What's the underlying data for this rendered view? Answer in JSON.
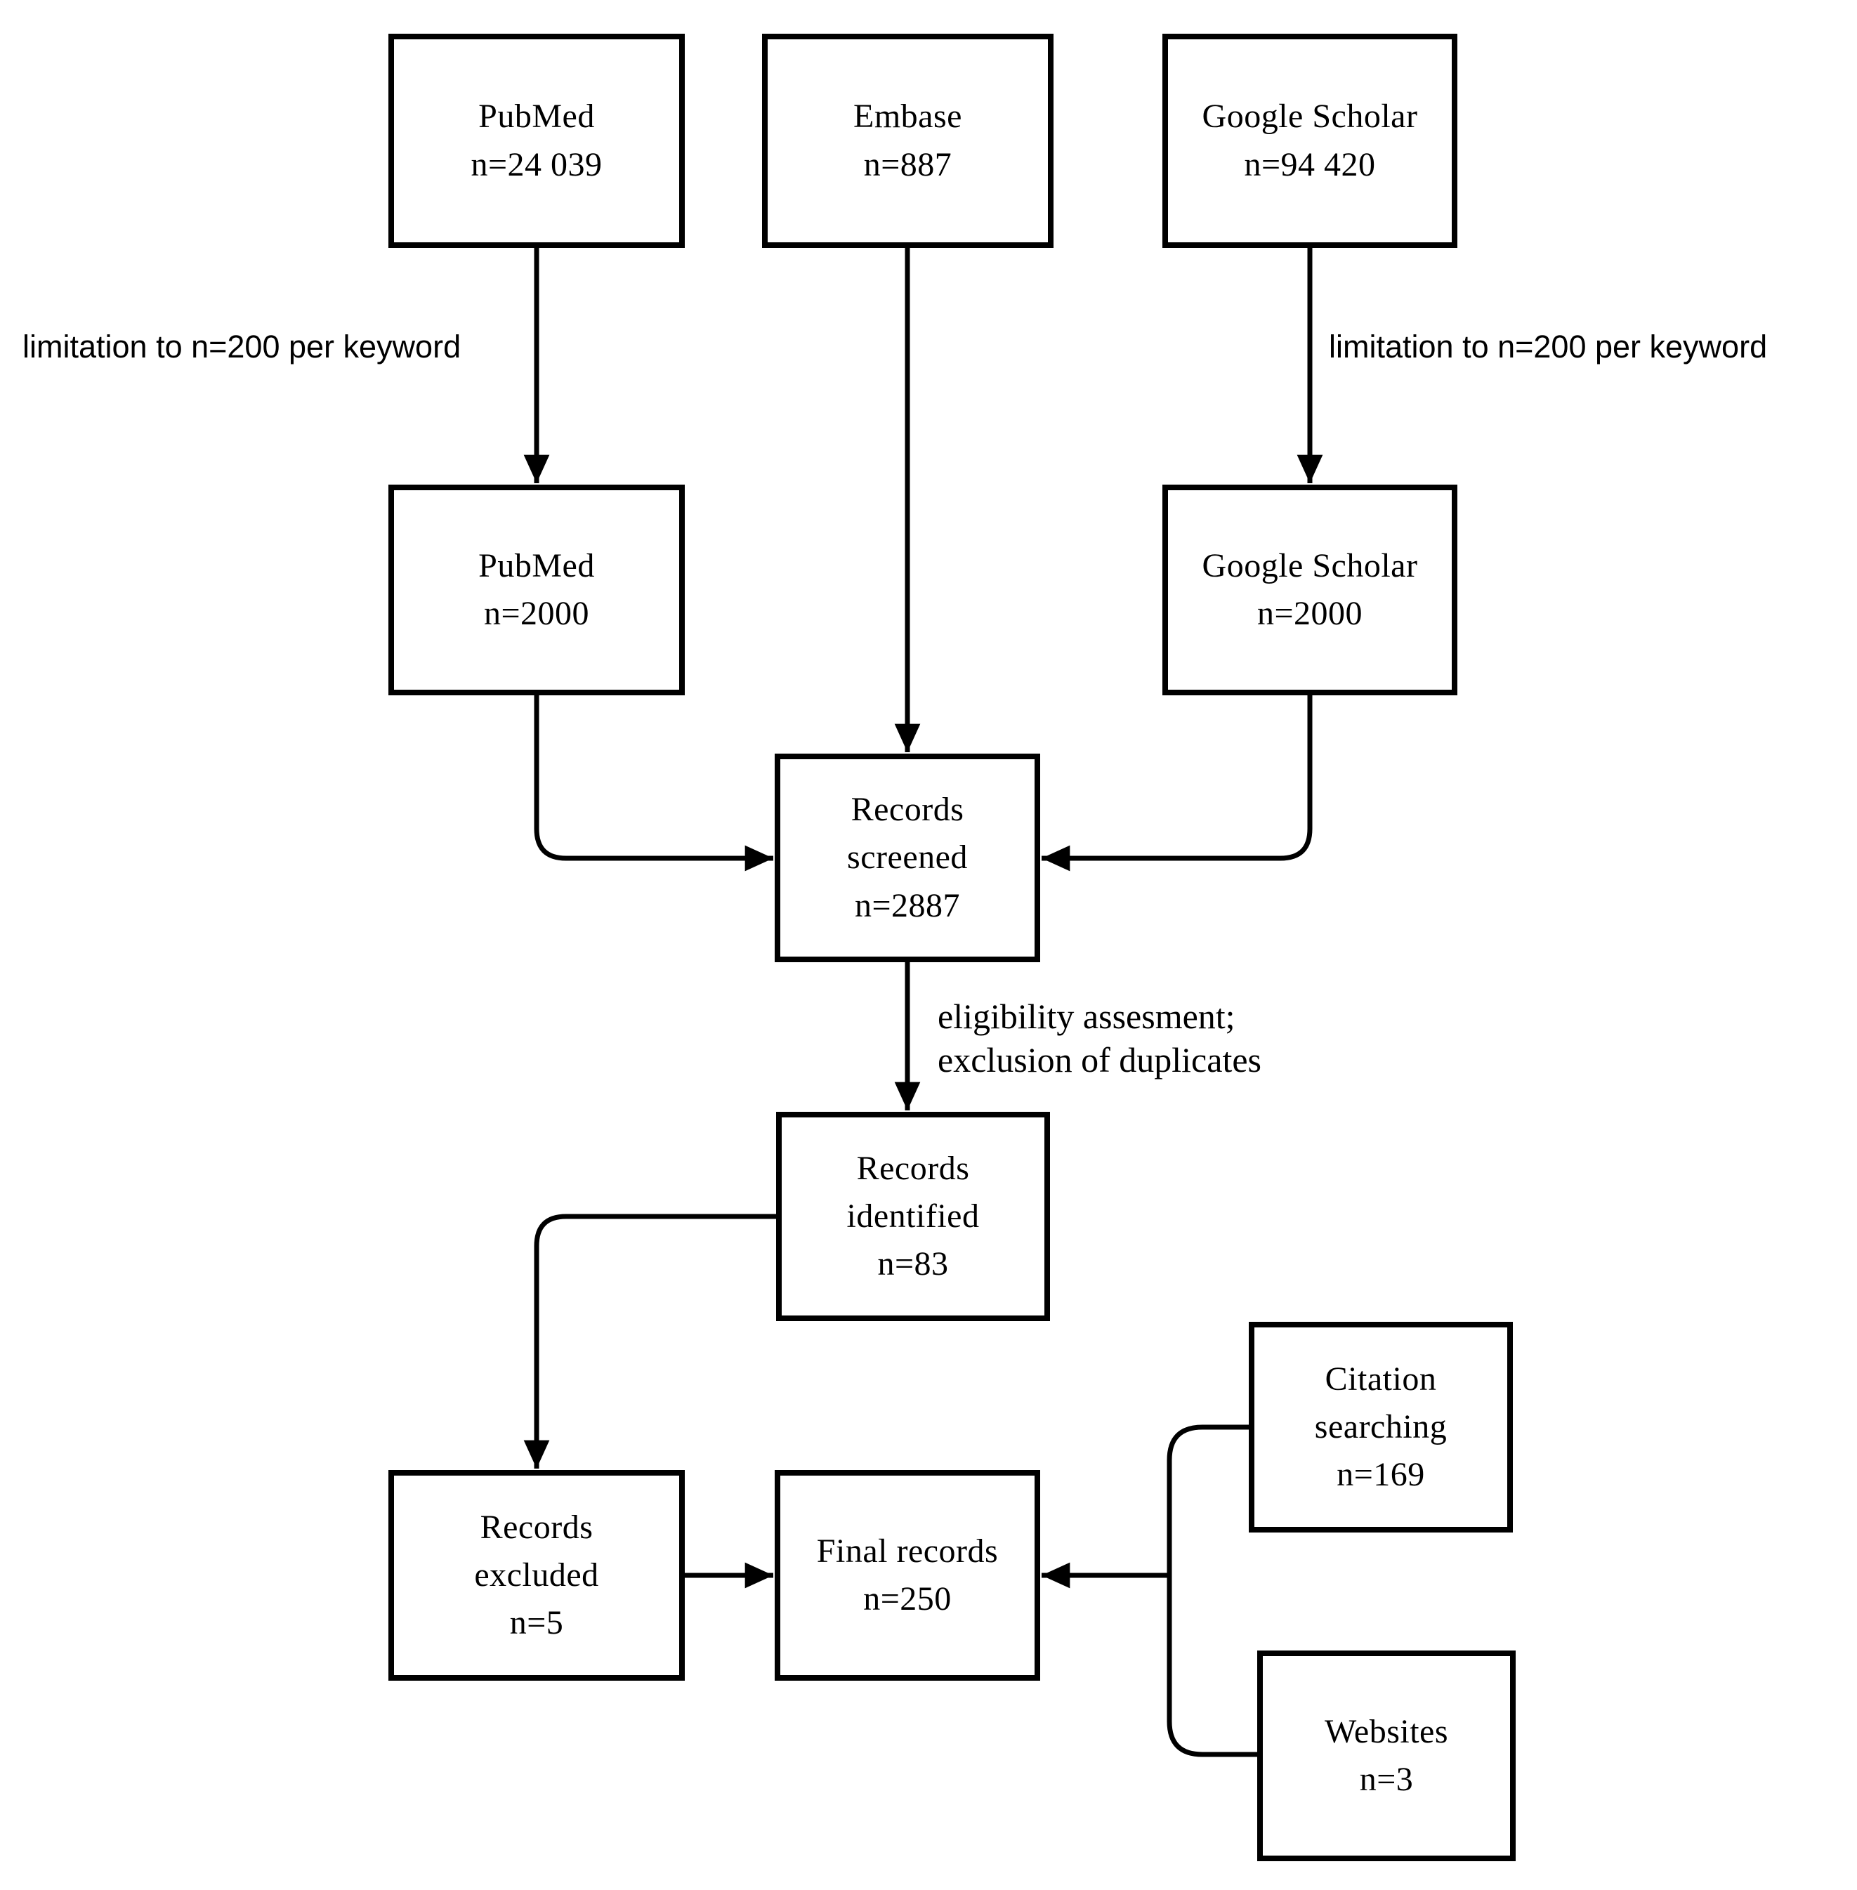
{
  "diagram": {
    "nodes": {
      "pubmed_initial": {
        "line1": "PubMed",
        "line2": "n=24 039"
      },
      "embase": {
        "line1": "Embase",
        "line2": "n=887"
      },
      "google_initial": {
        "line1": "Google Scholar",
        "line2": "n=94 420"
      },
      "pubmed_limited": {
        "line1": "PubMed",
        "line2": "n=2000"
      },
      "google_limited": {
        "line1": "Google Scholar",
        "line2": "n=2000"
      },
      "records_screened": {
        "line1": "Records",
        "line2": "screened",
        "line3": "n=2887"
      },
      "records_identified": {
        "line1": "Records",
        "line2": "identified",
        "line3": "n=83"
      },
      "records_excluded": {
        "line1": "Records",
        "line2": "excluded",
        "line3": "n=5"
      },
      "final_records": {
        "line1": "Final records",
        "line2": "n=250"
      },
      "citation_searching": {
        "line1": "Citation",
        "line2": "searching",
        "line3": "n=169"
      },
      "websites": {
        "line1": "Websites",
        "line2": "n=3"
      }
    },
    "annotations": {
      "limitation_left": "limitation to n=200 per keyword",
      "limitation_right": "limitation to n=200 per keyword",
      "eligibility_line1": "eligibility assesment;",
      "eligibility_line2": "exclusion of duplicates"
    },
    "colors": {
      "line": "#000000",
      "background": "#ffffff",
      "text": "#000000"
    }
  }
}
